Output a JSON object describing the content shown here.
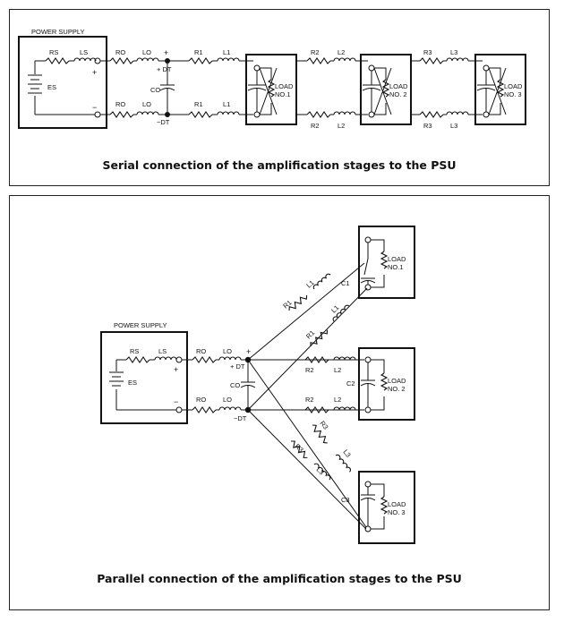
{
  "serial": {
    "caption": "Serial connection of the amplification stages to the PSU",
    "power_supply_label": "POWER SUPPLY",
    "rs": "RS",
    "ls": "LS",
    "es": "ES",
    "ro_top": "RO",
    "lo_top": "LO",
    "ro_bot": "RO",
    "lo_bot": "LO",
    "plus": "+",
    "minus": "−",
    "dt_plus": "+ DT",
    "dt_minus": "−DT",
    "co": "CO",
    "stages": [
      {
        "r": "R1",
        "l": "L1",
        "load": "LOAD",
        "no": "NO.1"
      },
      {
        "r": "R2",
        "l": "L2",
        "load": "LOAD",
        "no": "NO. 2"
      },
      {
        "r": "R3",
        "l": "L3",
        "load": "LOAD",
        "no": "NO. 3"
      }
    ]
  },
  "parallel": {
    "caption": "Parallel connection of the amplification stages to the PSU",
    "power_supply_label": "POWER SUPPLY",
    "rs": "RS",
    "ls": "LS",
    "es": "ES",
    "ro_top": "RO",
    "lo_top": "LO",
    "ro_bot": "RO",
    "lo_bot": "LO",
    "plus": "+",
    "minus": "−",
    "dt_plus": "+ DT",
    "dt_minus": "−DT",
    "co": "CO",
    "stages": [
      {
        "r": "R1",
        "l": "L1",
        "c": "C1",
        "load": "LOAD",
        "no": "NO.1"
      },
      {
        "r": "R2",
        "l": "L2",
        "c": "C2",
        "load": "LOAD",
        "no": "NO. 2"
      },
      {
        "r": "R3",
        "l": "L3",
        "c": "C3",
        "load": "LOAD",
        "no": "NO. 3"
      }
    ]
  }
}
